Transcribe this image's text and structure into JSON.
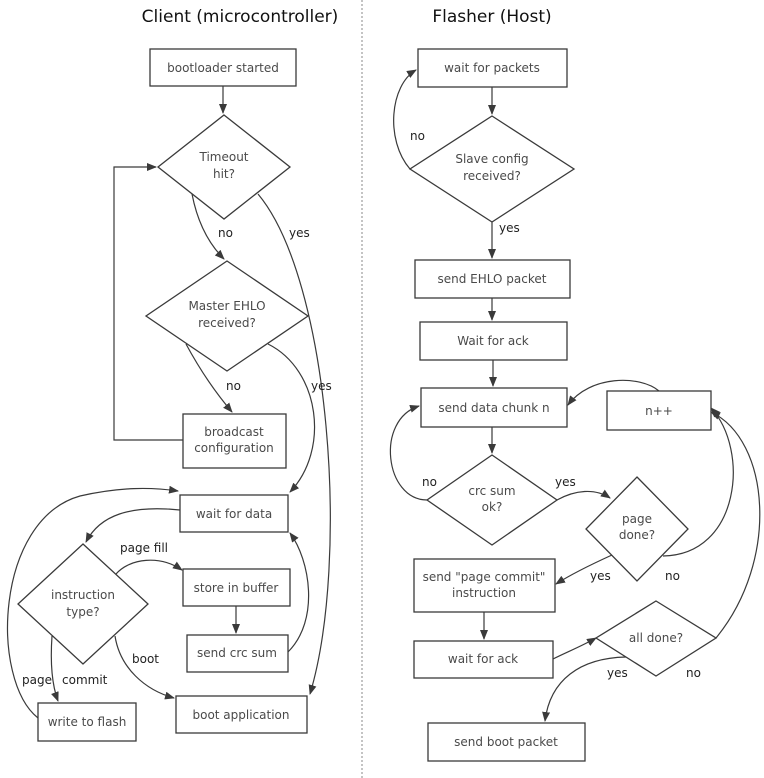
{
  "columns": {
    "client_title": "Client (microcontroller)",
    "host_title": "Flasher (Host)"
  },
  "client": {
    "bootloader_started": "bootloader started",
    "timeout_hit": [
      "Timeout",
      "hit?"
    ],
    "master_ehlo": [
      "Master EHLO",
      "received?"
    ],
    "broadcast_config": [
      "broadcast",
      "configuration"
    ],
    "wait_for_data": "wait for data",
    "instruction_type": [
      "instruction",
      "type?"
    ],
    "store_in_buffer": "store in buffer",
    "send_crc_sum": "send crc sum",
    "write_to_flash": "write to flash",
    "boot_application": "boot application"
  },
  "host": {
    "wait_for_packets": "wait for packets",
    "slave_config": [
      "Slave config",
      "received?"
    ],
    "send_ehlo": "send EHLO packet",
    "wait_for_ack_1": "Wait for ack",
    "send_data_chunk": "send data chunk n",
    "n_plus_plus": "n++",
    "crc_sum_ok": [
      "crc sum",
      "ok?"
    ],
    "page_done": [
      "page",
      "done?"
    ],
    "send_page_commit": [
      "send \"page commit\"",
      "instruction"
    ],
    "wait_for_ack_2": "wait for ack",
    "all_done": "all done?",
    "send_boot_packet": "send boot packet"
  },
  "labels": {
    "no": "no",
    "yes": "yes",
    "page_fill": "page fill",
    "boot": "boot",
    "page": "page",
    "commit": "commit"
  }
}
